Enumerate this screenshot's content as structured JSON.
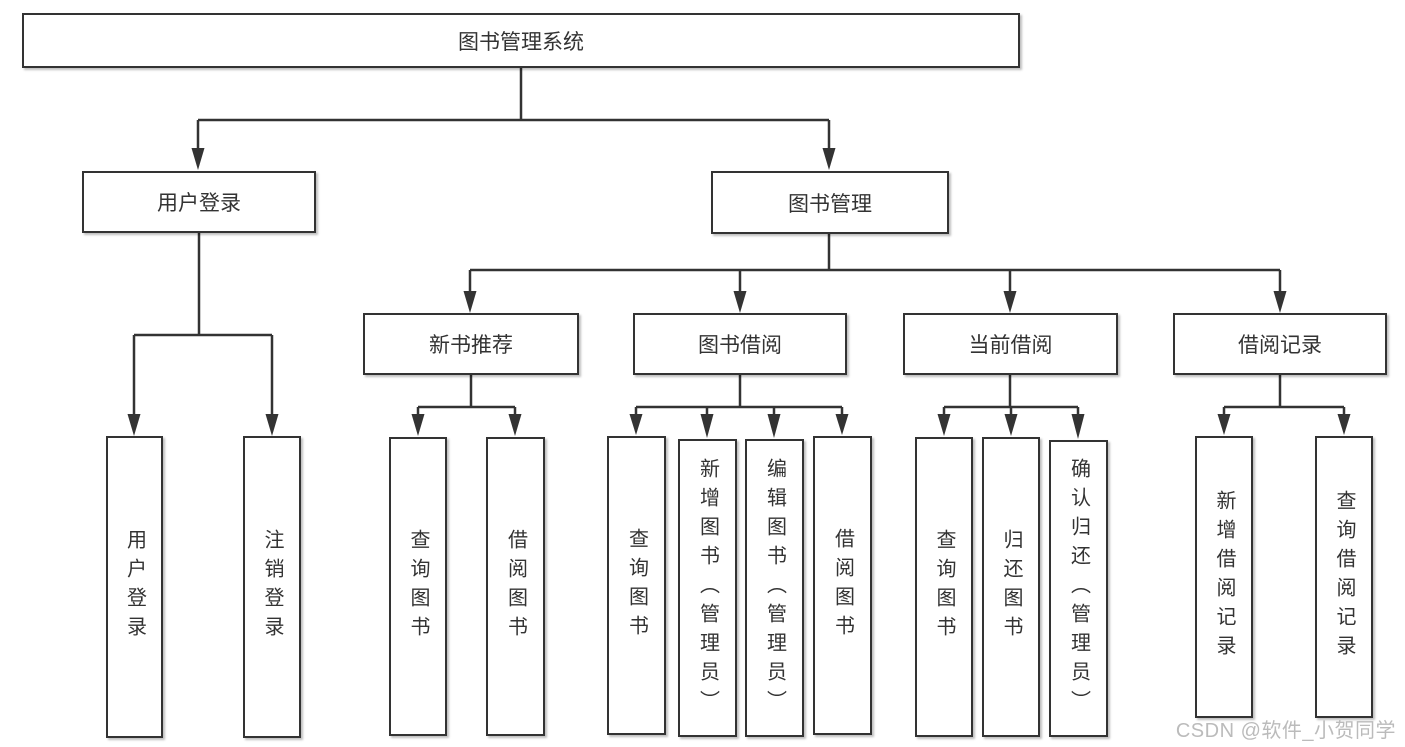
{
  "diagram": {
    "root": {
      "label": "图书管理系统",
      "children": [
        {
          "label": "用户登录",
          "children": [
            {
              "label": "用户登录"
            },
            {
              "label": "注销登录"
            }
          ]
        },
        {
          "label": "图书管理",
          "children": [
            {
              "label": "新书推荐",
              "children": [
                {
                  "label": "查询图书"
                },
                {
                  "label": "借阅图书"
                }
              ]
            },
            {
              "label": "图书借阅",
              "children": [
                {
                  "label": "查询图书"
                },
                {
                  "label": "新增图书（管理员）"
                },
                {
                  "label": "编辑图书（管理员）"
                },
                {
                  "label": "借阅图书"
                }
              ]
            },
            {
              "label": "当前借阅",
              "children": [
                {
                  "label": "查询图书"
                },
                {
                  "label": "归还图书"
                },
                {
                  "label": "确认归还（管理员）"
                }
              ]
            },
            {
              "label": "借阅记录",
              "children": [
                {
                  "label": "新增借阅记录"
                },
                {
                  "label": "查询借阅记录"
                }
              ]
            }
          ]
        }
      ]
    }
  },
  "watermark": {
    "text": "CSDN @软件_小贺同学"
  },
  "colors": {
    "line": "#333333",
    "text": "#333333",
    "background": "#ffffff",
    "watermark": "#b0b0b0"
  }
}
